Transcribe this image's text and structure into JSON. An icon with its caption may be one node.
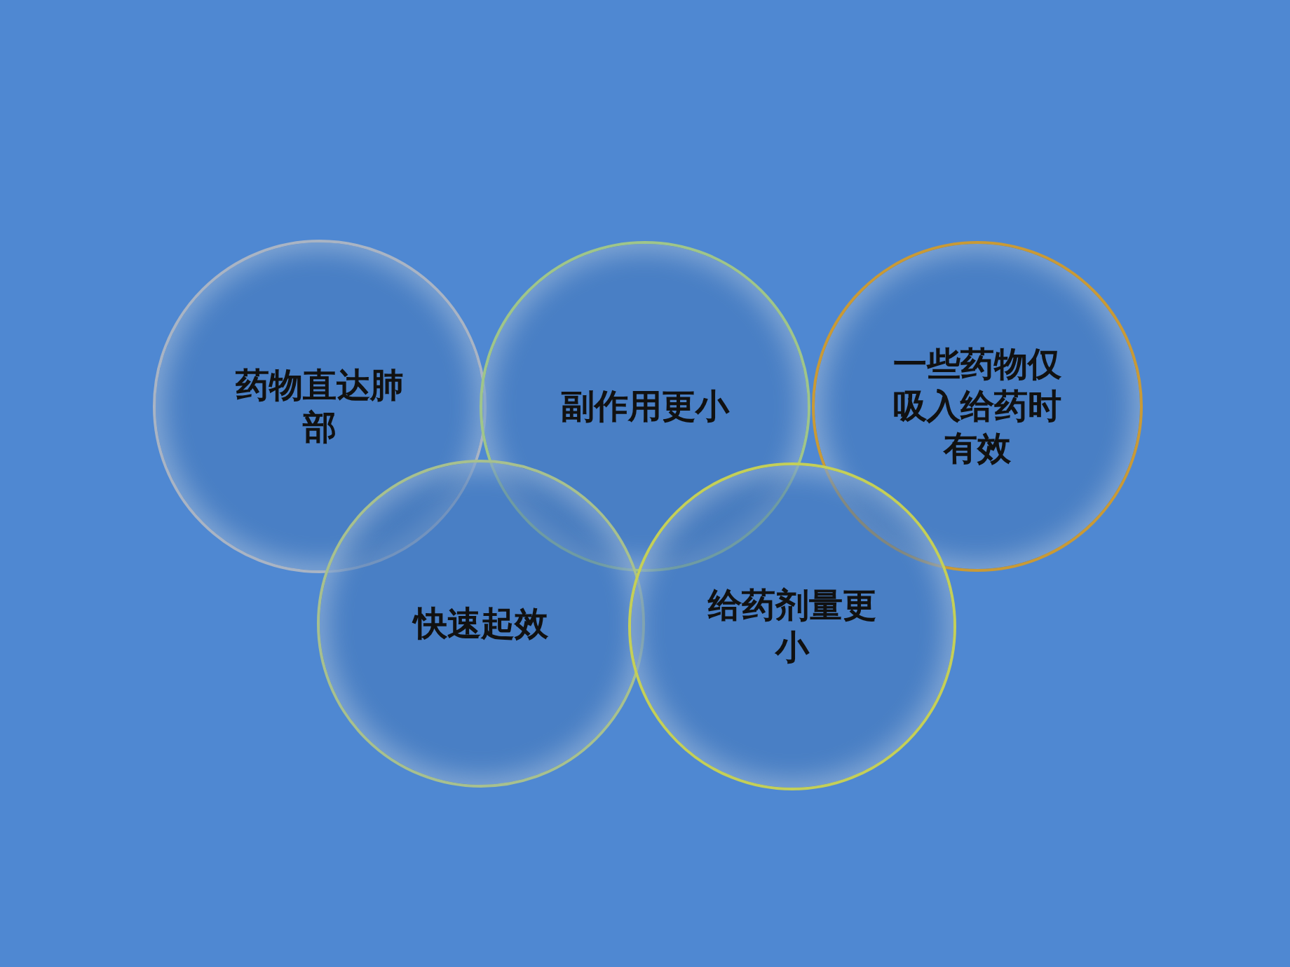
{
  "diagram": {
    "nodes": [
      {
        "text": [
          "药物直达肺部"
        ]
      },
      {
        "text": [
          "副作用更小"
        ]
      },
      {
        "text": [
          "一些药物仅吸入给药时有效"
        ]
      },
      {
        "text": [
          "快速起效"
        ]
      },
      {
        "text": [
          "给药剂量更小"
        ]
      }
    ]
  }
}
